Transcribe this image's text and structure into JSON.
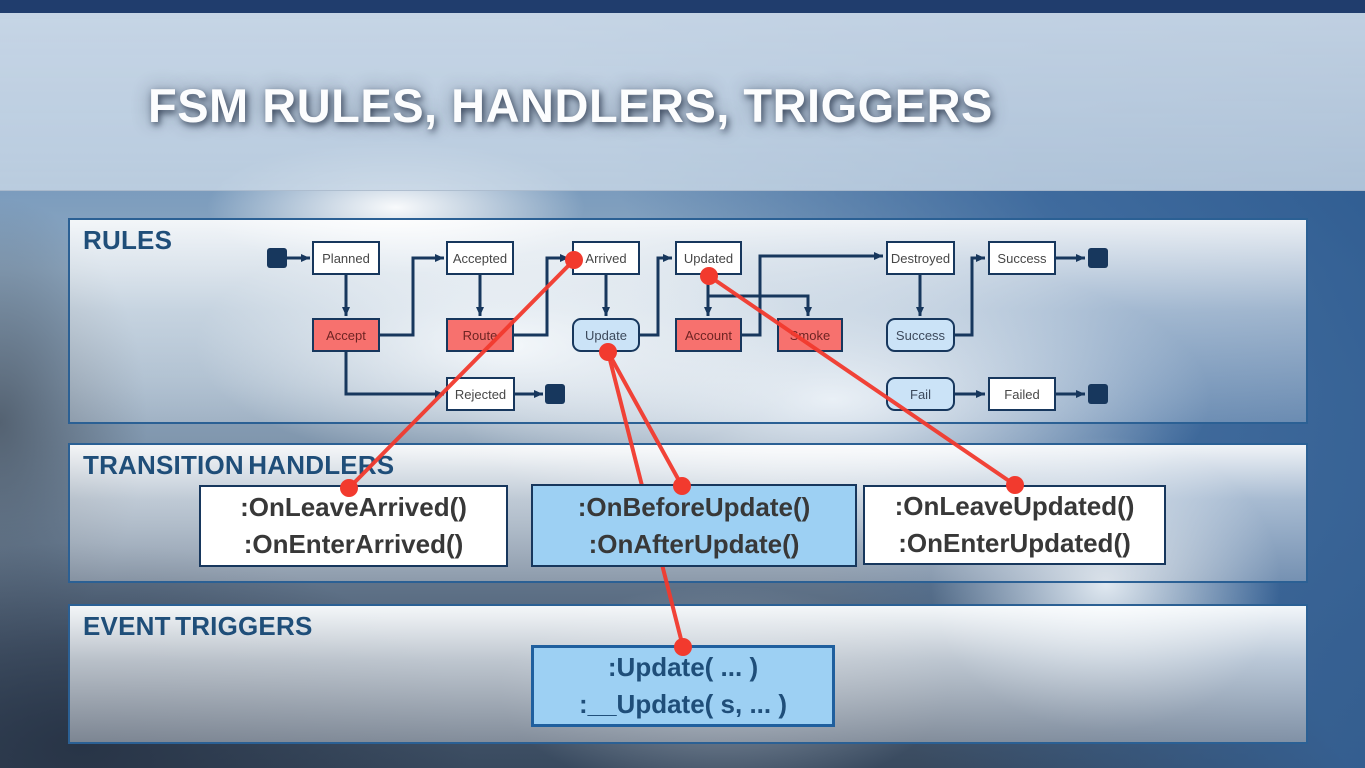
{
  "slide": {
    "title": "FSM RULES, HANDLERS, TRIGGERS"
  },
  "panels": {
    "rules": {
      "label": "RULES"
    },
    "handlers": {
      "label": "TRANSITION HANDLERS"
    },
    "triggers": {
      "label": "EVENT TRIGGERS"
    }
  },
  "fsm": {
    "states": [
      {
        "label": "Planned",
        "type": "state"
      },
      {
        "label": "Accepted",
        "type": "state"
      },
      {
        "label": "Arrived",
        "type": "state"
      },
      {
        "label": "Updated",
        "type": "state"
      },
      {
        "label": "Destroyed",
        "type": "state"
      },
      {
        "label": "Success",
        "type": "state"
      },
      {
        "label": "Accept",
        "type": "rule"
      },
      {
        "label": "Route",
        "type": "rule"
      },
      {
        "label": "Update",
        "type": "rule-blue"
      },
      {
        "label": "Account",
        "type": "rule"
      },
      {
        "label": "Smoke",
        "type": "rule"
      },
      {
        "label": "Success",
        "type": "rule-blue"
      },
      {
        "label": "Rejected",
        "type": "state"
      },
      {
        "label": "Fail",
        "type": "rule-blue"
      },
      {
        "label": "Failed",
        "type": "state"
      }
    ],
    "edges": [
      "start -> Planned",
      "Planned -> Accept",
      "Accept -> Accepted",
      "Accept -> Rejected",
      "Rejected -> end",
      "Accepted -> Route",
      "Route -> Arrived",
      "Arrived -> Update",
      "Update -> Updated",
      "Updated -> Account",
      "Updated -> Smoke",
      "Account -> Destroyed",
      "Destroyed -> Success",
      "Success -> Success",
      "Success -> end",
      "Fail -> Failed",
      "Failed -> end"
    ]
  },
  "handlers": [
    {
      "style": "white",
      "lines": [
        ":OnLeaveArrived()",
        ":OnEnterArrived()"
      ]
    },
    {
      "style": "blue",
      "lines": [
        ":OnBeforeUpdate()",
        ":OnAfterUpdate()"
      ]
    },
    {
      "style": "white",
      "lines": [
        ":OnLeaveUpdated()",
        ":OnEnterUpdated()"
      ]
    }
  ],
  "triggers": [
    {
      "style": "blue",
      "lines": [
        ":Update( ... )",
        ":__Update( s, ... )"
      ]
    }
  ],
  "red_links": [
    {
      "from": "Arrived",
      "to": "handler OnLeaveArrived/OnEnterArrived"
    },
    {
      "from": "Update",
      "to": "handler OnBeforeUpdate/OnAfterUpdate"
    },
    {
      "from": "Update",
      "to": "trigger Update"
    },
    {
      "from": "Updated",
      "to": "handler OnLeaveUpdated/OnEnterUpdated"
    }
  ],
  "colors": {
    "navy": "#17375d",
    "panel_border": "#2b6094",
    "header_text": "#1f4e79",
    "state_red_fill": "#f7716e",
    "state_blue_fill": "#cbe3f7",
    "handler_blue_fill": "#9dd0f3",
    "red_connector": "#f23a2e",
    "top_strip": "#203d6d"
  }
}
